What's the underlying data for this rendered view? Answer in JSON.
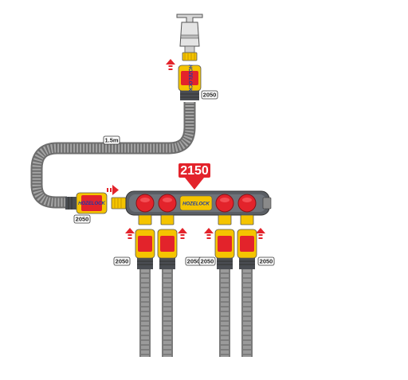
{
  "diagram": {
    "main_product_code": "2150",
    "hose_length_label": "1.5m",
    "connector_code": "2050",
    "brand_name": "HOZELOCK",
    "colors": {
      "yellow": "#f5c400",
      "red": "#e3232b",
      "grey": "#8a8a8a",
      "dark_grey": "#4a4d52",
      "flow_arrow": "#e3232b"
    }
  }
}
